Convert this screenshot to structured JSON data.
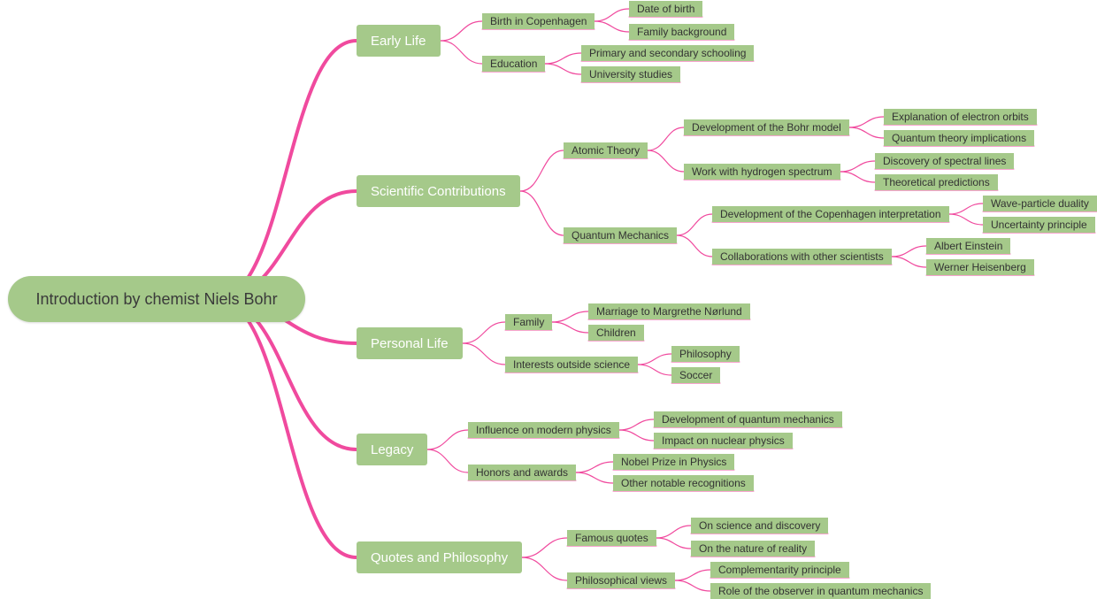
{
  "root": "Introduction by chemist Niels Bohr",
  "colors": {
    "node": "#a5c98a",
    "link": "#f04a9e"
  },
  "branches": [
    {
      "label": "Early Life",
      "children": [
        {
          "label": "Birth in Copenhagen",
          "children": [
            "Date of birth",
            "Family background"
          ]
        },
        {
          "label": "Education",
          "children": [
            "Primary and secondary schooling",
            "University studies"
          ]
        }
      ]
    },
    {
      "label": "Scientific Contributions",
      "children": [
        {
          "label": "Atomic Theory",
          "children": [
            {
              "label": "Development of the Bohr model",
              "children": [
                "Explanation of electron orbits",
                "Quantum theory implications"
              ]
            },
            {
              "label": "Work with hydrogen spectrum",
              "children": [
                "Discovery of spectral lines",
                "Theoretical predictions"
              ]
            }
          ]
        },
        {
          "label": "Quantum Mechanics",
          "children": [
            {
              "label": "Development of the Copenhagen interpretation",
              "children": [
                "Wave-particle duality",
                "Uncertainty principle"
              ]
            },
            {
              "label": "Collaborations with other scientists",
              "children": [
                "Albert Einstein",
                "Werner Heisenberg"
              ]
            }
          ]
        }
      ]
    },
    {
      "label": "Personal Life",
      "children": [
        {
          "label": "Family",
          "children": [
            "Marriage to Margrethe Nørlund",
            "Children"
          ]
        },
        {
          "label": "Interests outside science",
          "children": [
            "Philosophy",
            "Soccer"
          ]
        }
      ]
    },
    {
      "label": "Legacy",
      "children": [
        {
          "label": "Influence on modern physics",
          "children": [
            "Development of quantum mechanics",
            "Impact on nuclear physics"
          ]
        },
        {
          "label": "Honors and awards",
          "children": [
            "Nobel Prize in Physics",
            "Other notable recognitions"
          ]
        }
      ]
    },
    {
      "label": "Quotes and Philosophy",
      "children": [
        {
          "label": "Famous quotes",
          "children": [
            "On science and discovery",
            "On the nature of reality"
          ]
        },
        {
          "label": "Philosophical views",
          "children": [
            "Complementarity principle",
            "Role of the observer in quantum mechanics"
          ]
        }
      ]
    }
  ]
}
